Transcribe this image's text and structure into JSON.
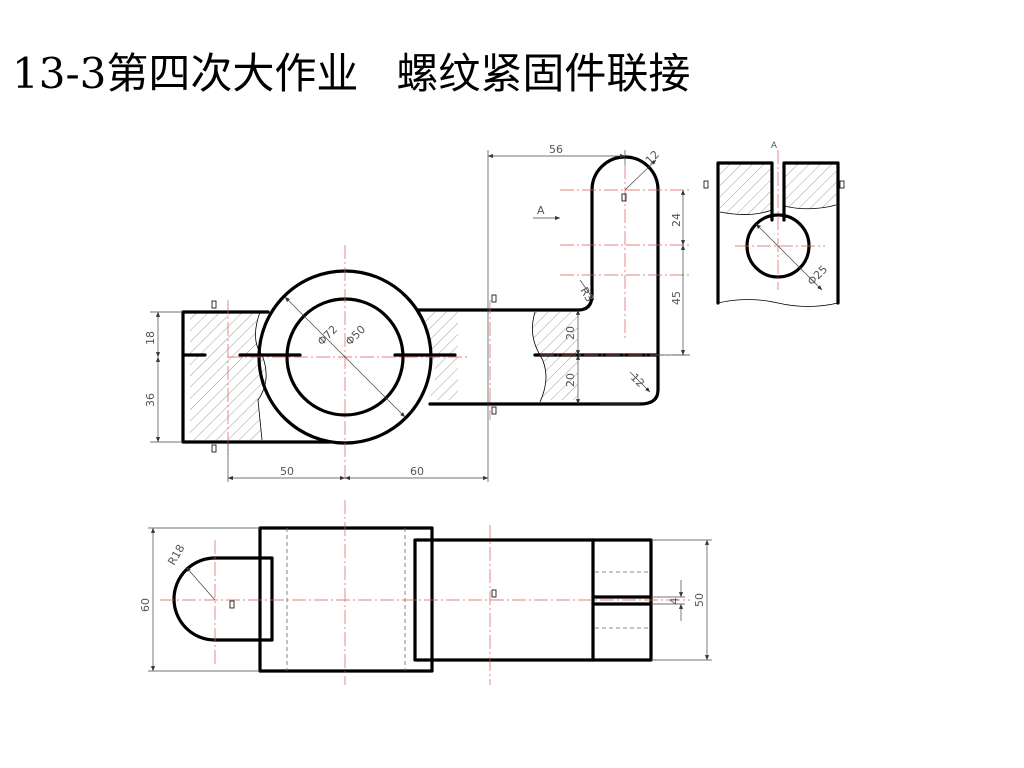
{
  "title": {
    "code": "13-3第四次大作业",
    "subject": "螺纹紧固件联接"
  },
  "top_view": {
    "dims": {
      "height_upper": "18",
      "height_lower": "36",
      "width_left": "50",
      "width_right": "60",
      "width_top": "56",
      "arm_radius": "12",
      "arm_hole_offset": "24",
      "arm_height": "45",
      "slot_upper": "20",
      "slot_lower": "20",
      "bend_radius": "12",
      "fillet_radius": "R3",
      "ring_outer": "Φ72",
      "ring_inner": "Φ50"
    },
    "view_arrow_label": "A"
  },
  "side_view": {
    "label": "A",
    "dims": {
      "hole_diameter": "Φ25"
    }
  },
  "front_view": {
    "dims": {
      "left_radius": "R18",
      "height": "60",
      "right_height": "50",
      "slot_width": "4"
    }
  }
}
